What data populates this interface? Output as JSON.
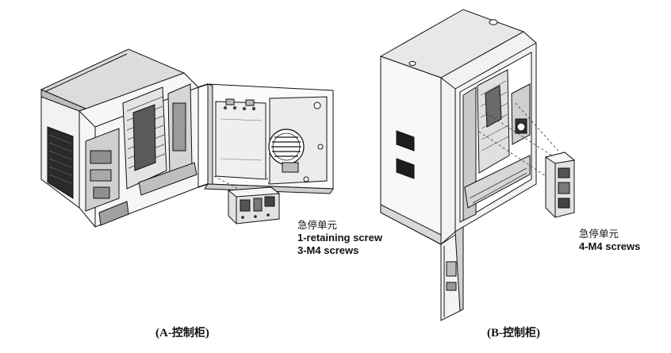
{
  "figures": [
    {
      "caption_prefix": "(A-",
      "caption_cn": "控制柜",
      "caption_suffix": ")",
      "callout": {
        "title_cn": "急停单元",
        "line1": "1-retaining screw",
        "line2": "3-M4 screws"
      }
    },
    {
      "caption_prefix": "(B-",
      "caption_cn": "控制柜",
      "caption_suffix": ")",
      "callout": {
        "title_cn": "急停单元",
        "line1": "4-M4 screws"
      }
    }
  ]
}
